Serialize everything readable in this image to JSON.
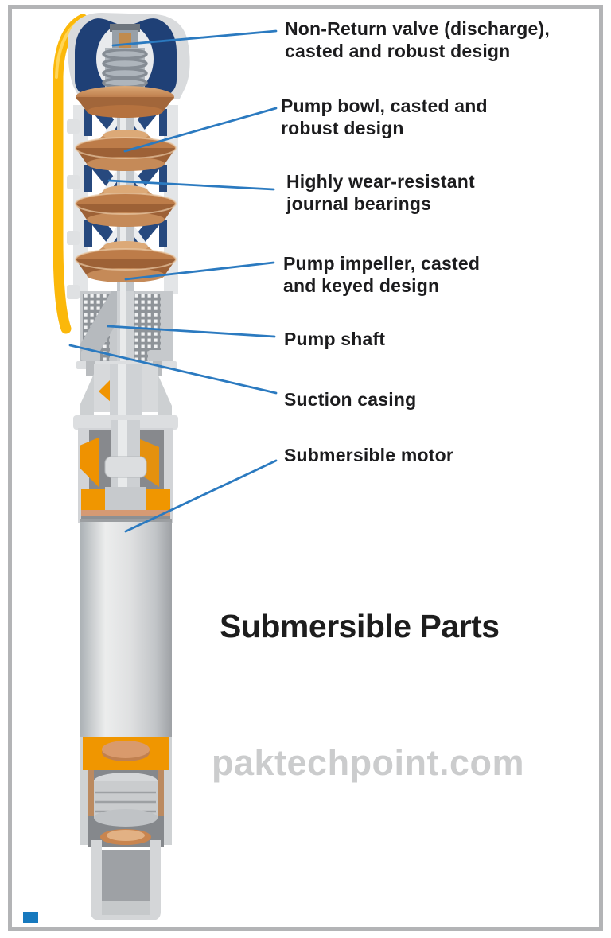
{
  "title": "Submersible Parts",
  "watermark": "paktechpoint.com",
  "diagram": {
    "subject": "submersible-pump-cutaway",
    "labels": [
      {
        "id": "non-return-valve",
        "text": "Non-Return valve (discharge),\ncasted and robust design"
      },
      {
        "id": "pump-bowl",
        "text": "Pump bowl, casted and\nrobust design"
      },
      {
        "id": "journal-bearings",
        "text": "Highly wear-resistant\njournal bearings"
      },
      {
        "id": "pump-impeller",
        "text": "Pump impeller, casted\nand keyed design"
      },
      {
        "id": "pump-shaft",
        "text": "Pump shaft"
      },
      {
        "id": "suction-casing",
        "text": "Suction casing"
      },
      {
        "id": "submersible-motor",
        "text": "Submersible motor"
      }
    ],
    "colors": {
      "leader_line_blue": "#2b7ac0",
      "valve_blue": "#1f4076",
      "impeller_copper": "#bf8051",
      "cable_yellow": "#fbb80a",
      "winding_orange": "#f09600",
      "casing_gray": "#d6d8da",
      "frame_gray": "#b3b4b6",
      "watermark_gray": "#cbcccd",
      "marker_blue": "#1779be"
    }
  }
}
